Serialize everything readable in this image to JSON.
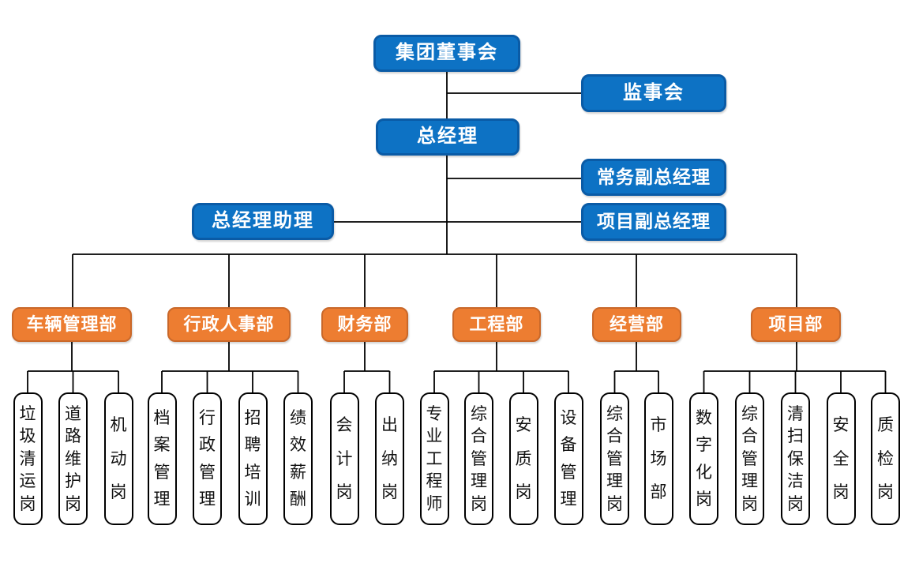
{
  "chart": {
    "root": "集团董事会",
    "supervisory": "监事会",
    "general_manager": "总经理",
    "executive_deputy_gm": "常务副总经理",
    "gm_assistant": "总经理助理",
    "project_deputy_gm": "项目副总经理",
    "departments": [
      {
        "label": "车辆管理部",
        "positions": [
          "垃圾清运岗",
          "道路维护岗",
          "机动岗"
        ]
      },
      {
        "label": "行政人事部",
        "positions": [
          "档案管理",
          "行政管理",
          "招聘培训",
          "绩效薪酬"
        ]
      },
      {
        "label": "财务部",
        "positions": [
          "会计岗",
          "出纳岗"
        ]
      },
      {
        "label": "工程部",
        "positions": [
          "专业工程师",
          "综合管理岗",
          "安质岗",
          "设备管理"
        ]
      },
      {
        "label": "经营部",
        "positions": [
          "综合管理岗",
          "市场部"
        ]
      },
      {
        "label": "项目部",
        "positions": [
          "数字化岗",
          "综合管理岗",
          "清扫保洁岗",
          "安全岗",
          "质检岗"
        ]
      }
    ]
  },
  "colors": {
    "background": "#ffffff",
    "line": "#000000",
    "executive_fill": "#0d72c4",
    "executive_border": "#0a5ba6",
    "department_fill": "#ed7d31",
    "department_border": "#c9682a",
    "position_fill": "#ffffff",
    "position_border": "#000000"
  }
}
